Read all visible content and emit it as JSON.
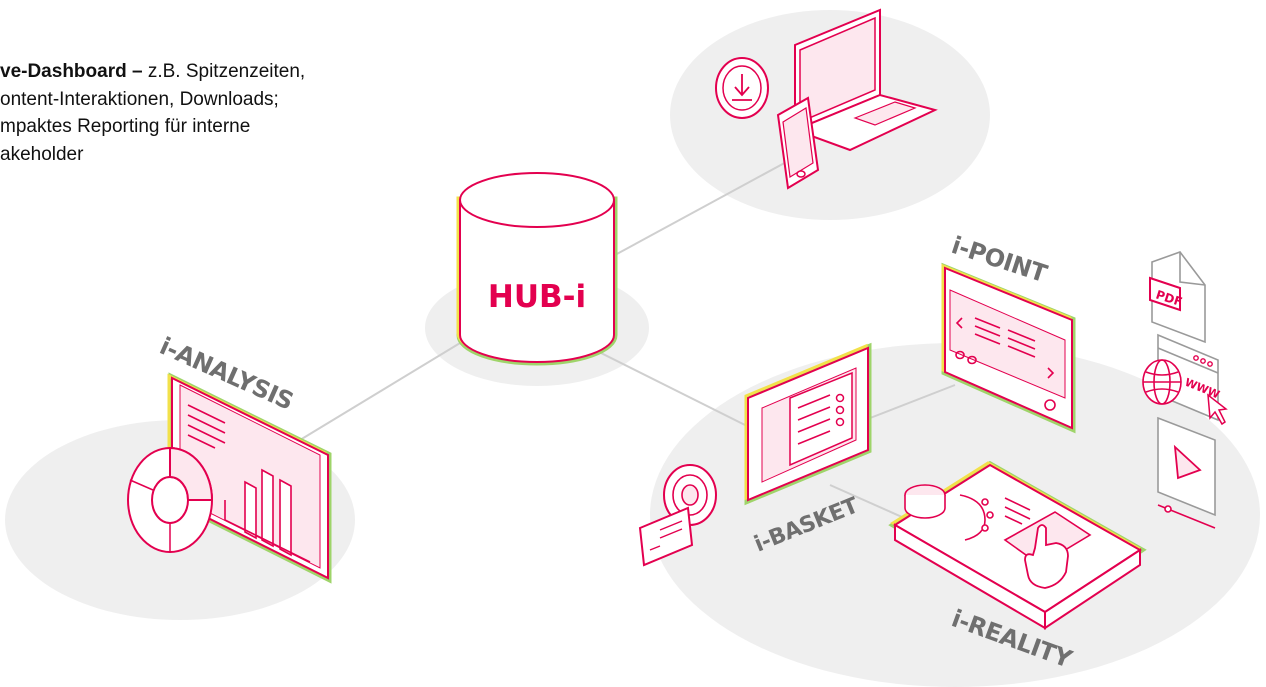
{
  "callout": {
    "lines": [
      {
        "bold": "ve-Dashboard –",
        "rest": " z.B. Spitzenzeiten,"
      },
      {
        "bold": "",
        "rest": "ontent-Interaktionen, Downloads;"
      },
      {
        "bold": "",
        "rest": "mpaktes Reporting für interne"
      },
      {
        "bold": "",
        "rest": "akeholder"
      }
    ]
  },
  "nodes": {
    "hub": "HUB-i",
    "analysis": "i-ANALYSIS",
    "point": "i-POINT",
    "basket": "i-BASKET",
    "reality": "i-REALITY"
  },
  "icons": {
    "pdf": "PDF",
    "www": "WWW"
  },
  "colors": {
    "accent": "#e3004f",
    "highlight_yellow": "#f2e14a",
    "highlight_green": "#9fd46a",
    "label_gray": "#6f6f6f",
    "ellipse_gray": "#efefef",
    "connector_gray": "#cfcfcf"
  }
}
